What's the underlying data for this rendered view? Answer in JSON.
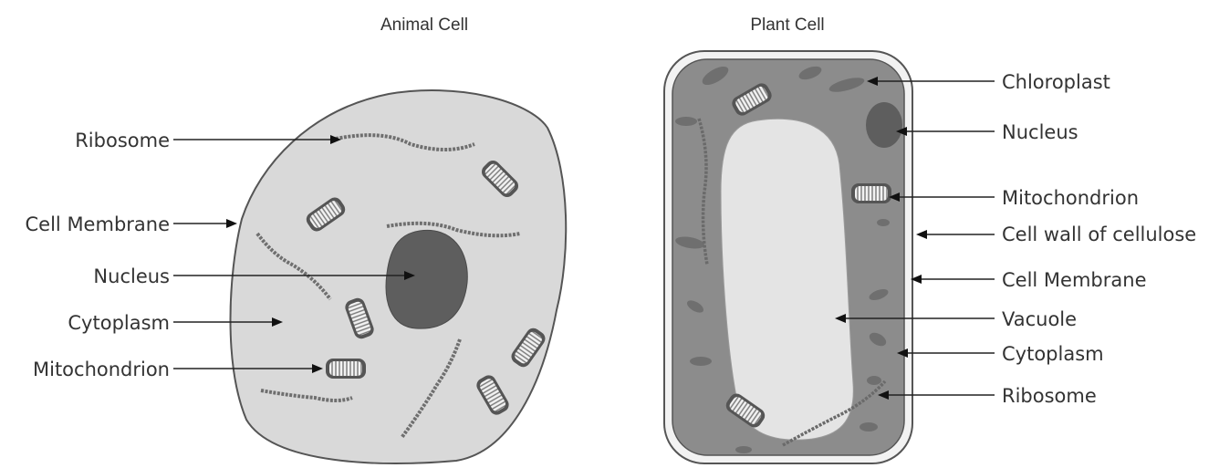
{
  "animal_cell": {
    "title": "Animal Cell",
    "labels": {
      "ribosome": "Ribosome",
      "cell_membrane": "Cell Membrane",
      "nucleus": "Nucleus",
      "cytoplasm": "Cytoplasm",
      "mitochondrion": "Mitochondrion"
    }
  },
  "plant_cell": {
    "title": "Plant Cell",
    "labels": {
      "chloroplast": "Chloroplast",
      "nucleus": "Nucleus",
      "mitochondrion": "Mitochondrion",
      "cell_wall": "Cell wall of cellulose",
      "cell_membrane": "Cell Membrane",
      "vacuole": "Vacuole",
      "cytoplasm": "Cytoplasm",
      "ribosome": "Ribosome"
    }
  },
  "colors": {
    "animal_cytoplasm": "#d9d9d9",
    "outline": "#555555",
    "plant_wall": "#f2f2f2",
    "plant_cytoplasm": "#8c8c8c",
    "plant_vacuole": "#e4e4e4",
    "nucleus": "#5e5e5e",
    "organelle": "#6f6f6f",
    "label_text": "#333333"
  }
}
